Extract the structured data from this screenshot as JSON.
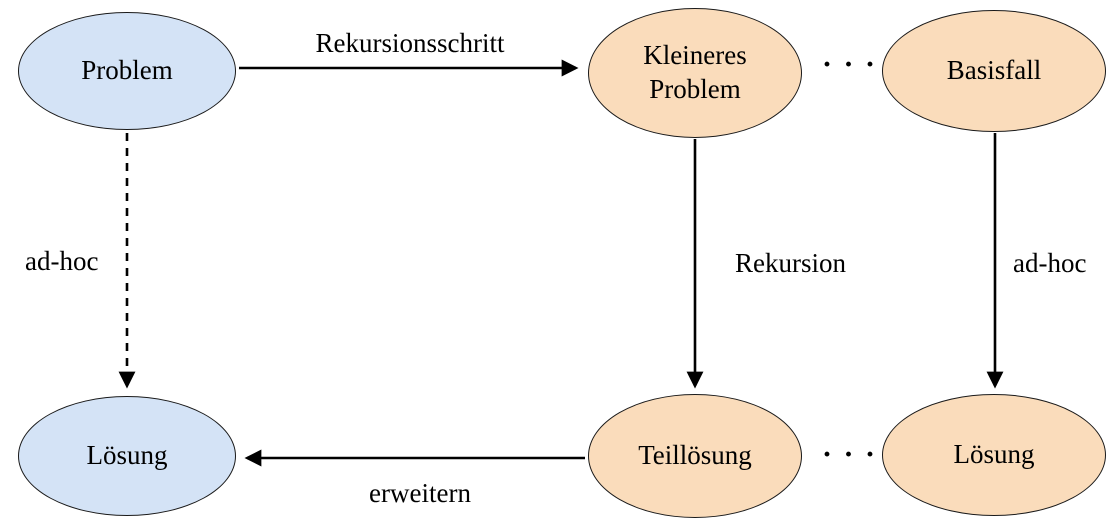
{
  "diagram": {
    "title_hidden": "",
    "nodes": {
      "problem": {
        "label": "Problem"
      },
      "kleineres_problem": {
        "label": "Kleineres Problem"
      },
      "basisfall": {
        "label": "Basisfall"
      },
      "loesung_left": {
        "label": "Lösung"
      },
      "teilloesung": {
        "label": "Teillösung"
      },
      "loesung_right": {
        "label": "Lösung"
      }
    },
    "edges": {
      "rekursionsschritt": {
        "label": "Rekursionsschritt"
      },
      "ad_hoc_left": {
        "label": "ad-hoc"
      },
      "rekursion": {
        "label": "Rekursion"
      },
      "ad_hoc_right": {
        "label": "ad-hoc"
      },
      "erweitern": {
        "label": "erweitern"
      }
    },
    "ellipsis_top": "· · ·",
    "ellipsis_bottom": "· · ·",
    "colors": {
      "blue_fill": "#d4e3f6",
      "orange_fill": "#fadcbb",
      "stroke": "#1a1a1a"
    }
  }
}
